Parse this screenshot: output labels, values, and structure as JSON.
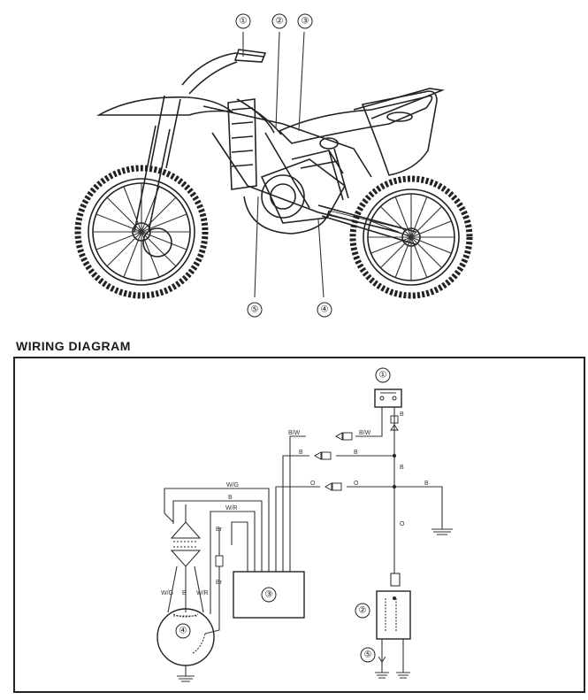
{
  "heading": "WIRING DIAGRAM",
  "callouts": [
    "①",
    "②",
    "③",
    "④",
    "⑤"
  ],
  "wire_labels": {
    "b_w": "B/W",
    "b": "B",
    "o": "O",
    "w_g": "W/G",
    "w_r": "W/R",
    "br": "Br"
  }
}
